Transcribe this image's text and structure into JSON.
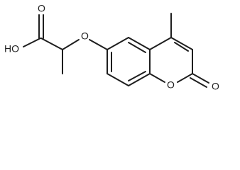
{
  "molecule": {
    "atoms": {
      "hydroxyl_label": "HO",
      "acid_carbonyl_oxygen_label": "O",
      "ether_oxygen_label": "O",
      "ring_oxygen_label": "O",
      "lactone_carbonyl_oxygen_label": "O"
    }
  }
}
